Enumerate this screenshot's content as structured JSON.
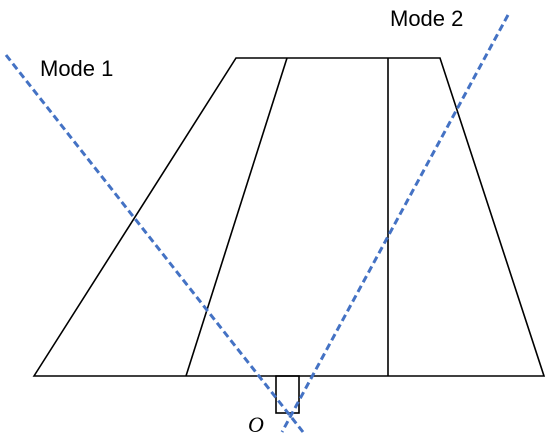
{
  "labels": {
    "mode1": "Mode 1",
    "mode2": "Mode 2",
    "origin": "O"
  },
  "colors": {
    "outline": "#000000",
    "mode_line": "#4472C4"
  }
}
